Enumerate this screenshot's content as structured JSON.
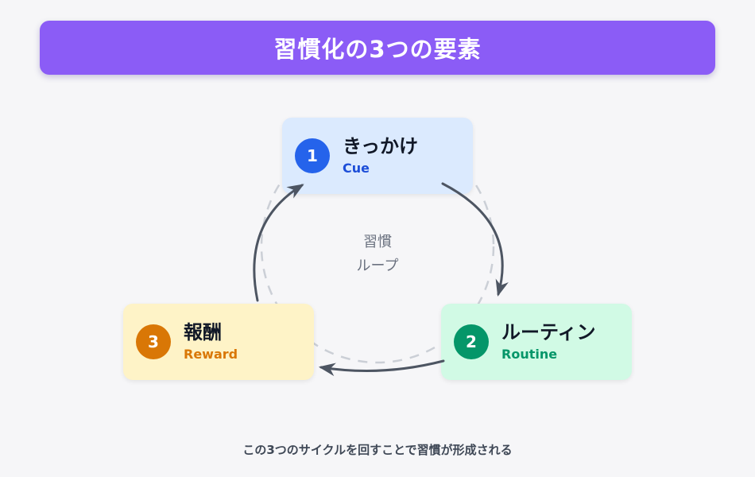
{
  "page": {
    "background_color": "#F6F6F8"
  },
  "header": {
    "title": "習慣化の3つの要素",
    "bg_color": "#8B5CF6",
    "text_color": "#FFFFFF"
  },
  "loop": {
    "center_label_line1": "習慣",
    "center_label_line2": "ループ",
    "center_label_color": "#6B7280",
    "dashed_circle_color": "#CBCFD6",
    "arrow_color": "#4D5562"
  },
  "nodes": [
    {
      "id": "cue",
      "number": "1",
      "title": "きっかけ",
      "subtitle": "Cue",
      "bg_color": "#DBEAFE",
      "badge_color": "#2563EB",
      "subtitle_color": "#1D4ED8"
    },
    {
      "id": "routine",
      "number": "2",
      "title": "ルーティン",
      "subtitle": "Routine",
      "bg_color": "#D1FAE5",
      "badge_color": "#059669",
      "subtitle_color": "#059669"
    },
    {
      "id": "reward",
      "number": "3",
      "title": "報酬",
      "subtitle": "Reward",
      "bg_color": "#FEF3C7",
      "badge_color": "#D97706",
      "subtitle_color": "#D97706"
    }
  ],
  "caption": {
    "text": "この3つのサイクルを回すことで習慣が形成される",
    "text_color": "#3F4856"
  }
}
